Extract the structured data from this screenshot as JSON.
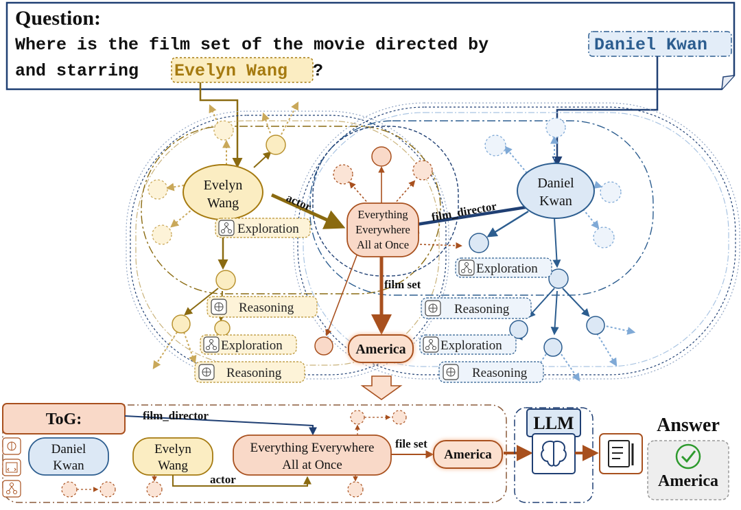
{
  "question": {
    "heading": "Question:",
    "line1_pre": "Where is the film set of the movie directed by",
    "entity_director": "Daniel Kwan",
    "line2_pre": "and starring",
    "entity_actor": "Evelyn Wang",
    "line2_post": "?"
  },
  "graph": {
    "node_evelyn": [
      "Evelyn",
      "Wang"
    ],
    "node_daniel": [
      "Daniel",
      "Kwan"
    ],
    "node_movie": [
      "Everything",
      "Everywhere",
      "All at Once"
    ],
    "node_answer": "America",
    "edge_actor": "actor",
    "edge_film_director": "film_director",
    "edge_film_set": "film set",
    "tag_exploration": "Exploration",
    "tag_reasoning": "Reasoning"
  },
  "bottom": {
    "tog_label": "ToG:",
    "daniel": [
      "Daniel",
      "Kwan"
    ],
    "evelyn": [
      "Evelyn",
      "Wang"
    ],
    "movie": [
      "Everything Everywhere",
      "All at Once"
    ],
    "america": "America",
    "rel_film_director": "film_director",
    "rel_actor": "actor",
    "rel_file_set": "file set",
    "llm": "LLM",
    "answer_title": "Answer",
    "answer_value": "America"
  },
  "colors": {
    "gold": "#a57a10",
    "gold_fill": "#fbedc2",
    "blue": "#2c5d8f",
    "blue_fill": "#dce8f5",
    "orange": "#a8501e",
    "orange_fill": "#f9d9c8",
    "green_check": "#2e9a2e"
  }
}
